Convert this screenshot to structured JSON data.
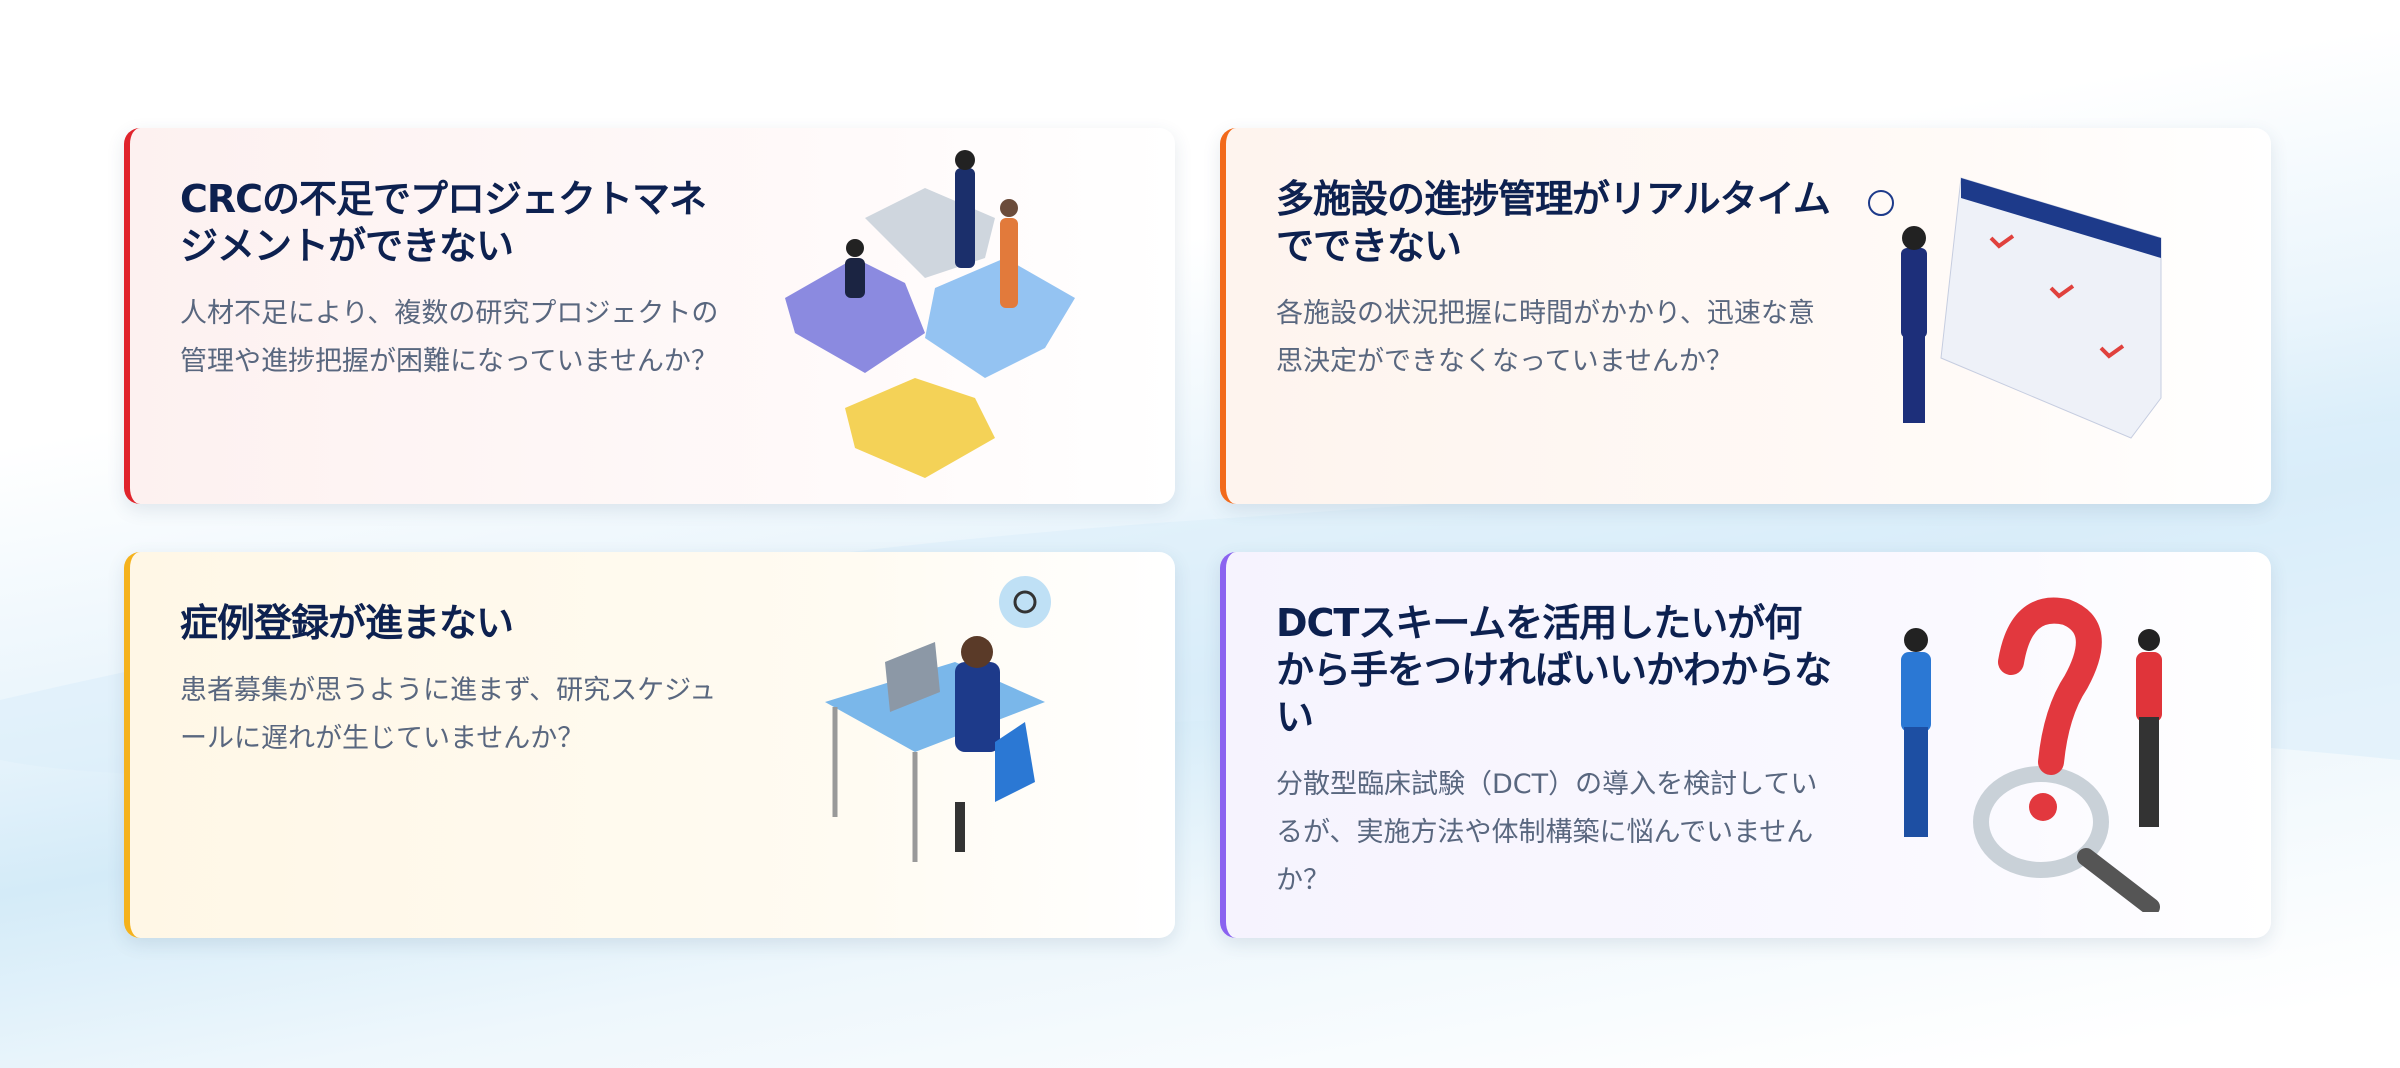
{
  "cards": [
    {
      "title": "CRCの不足でプロジェクトマネジメントができない",
      "description": "人材不足により、複数の研究プロジェクトの管理や進捗把握が困難になっていませんか？",
      "accent": "#e0242c",
      "illustration": "puzzle-team-illustration"
    },
    {
      "title": "多施設の進捗管理がリアルタイムでできない",
      "description": "各施設の状況把握に時間がかかり、迅速な意思決定ができなくなっていませんか？",
      "accent": "#f26a1b",
      "illustration": "calendar-confused-man-illustration"
    },
    {
      "title": "症例登録が進まない",
      "description": "患者募集が思うように進まず、研究スケジュールに遅れが生じていませんか？",
      "accent": "#f5b21c",
      "illustration": "worker-at-desk-illustration"
    },
    {
      "title": "DCTスキームを活用したいが何から手をつければいいかわからない",
      "description": "分散型臨床試験（DCT）の導入を検討しているが、実施方法や体制構築に悩んでいませんか？",
      "accent": "#8a63f0",
      "illustration": "question-magnifier-illustration"
    }
  ]
}
